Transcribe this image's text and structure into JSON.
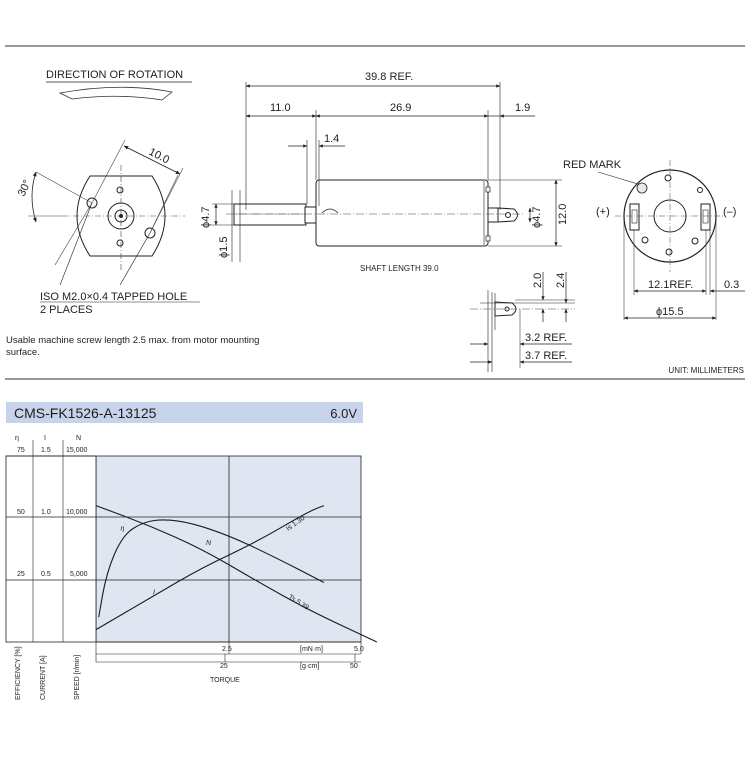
{
  "drawing": {
    "rotation_title": "DIRECTION OF ROTATION",
    "dim_overall": "39.8 REF.",
    "dim_shaft_out": "11.0",
    "dim_body": "26.9",
    "dim_rear": "1.9",
    "dim_step": "1.4",
    "dim_mount": "10.0",
    "dim_angle": "30°",
    "dim_phi47_left": "ϕ4.7",
    "dim_phi15": "ϕ1.5",
    "dim_phi47_right": "ϕ4.7",
    "dim_12": "12.0",
    "shaft_length": "SHAFT LENGTH  39.0",
    "tapped_hole_1": "ISO M2.0×0.4 TAPPED HOLE",
    "tapped_hole_2": "2 PLACES",
    "red_mark": "RED MARK",
    "plus": "(+)",
    "minus": "(–)",
    "dim_121": "12.1REF.",
    "dim_03": "0.3",
    "dim_155": "ϕ15.5",
    "dim_20": "2.0",
    "dim_24": "2.4",
    "dim_32": "3.2 REF.",
    "dim_37": "3.7 REF."
  },
  "notes": {
    "screw": "Usable machine screw length 2.5 max. from motor mounting surface.",
    "unit": "UNIT: MILLIMETERS"
  },
  "model": {
    "name": "CMS-FK1526-A-13125",
    "voltage": "6.0V"
  },
  "chart_data": {
    "type": "line",
    "x_axis": {
      "label": "TORQUE",
      "unit_mn": "[mN·m]",
      "unit_gcm": "[g·cm]",
      "mn_range": [
        0,
        5.0
      ],
      "mn_ticks": [
        "2.5",
        "5.0"
      ],
      "gcm_range": [
        0,
        50
      ],
      "gcm_ticks": [
        "25",
        "50"
      ]
    },
    "left_axes": [
      {
        "symbol": "η",
        "label": "EFFICIENCY [%]",
        "ticks": [
          "75",
          "50",
          "25"
        ]
      },
      {
        "symbol": "I",
        "label": "CURRENT [A]",
        "ticks": [
          "1.5",
          "1.0",
          "0.5"
        ]
      },
      {
        "symbol": "N",
        "label": "SPEED [r/min]",
        "ticks": [
          "15,000",
          "10,000",
          "5,000"
        ]
      }
    ],
    "series": [
      {
        "name": "N",
        "unit": "r/min",
        "points": [
          [
            0,
            11000
          ],
          [
            1.0,
            9400
          ],
          [
            2.0,
            7500
          ],
          [
            3.0,
            5000
          ],
          [
            4.0,
            2600
          ],
          [
            5.3,
            0
          ]
        ]
      },
      {
        "name": "I",
        "unit": "A",
        "points": [
          [
            0,
            0.1
          ],
          [
            1.0,
            0.35
          ],
          [
            2.0,
            0.6
          ],
          [
            3.0,
            0.8
          ],
          [
            4.0,
            1.05
          ],
          [
            4.3,
            1.1
          ]
        ]
      },
      {
        "name": "η",
        "unit": "%",
        "points": [
          [
            0.05,
            10
          ],
          [
            0.2,
            28
          ],
          [
            0.5,
            43
          ],
          [
            0.9,
            48.5
          ],
          [
            1.3,
            49.5
          ],
          [
            1.8,
            48
          ],
          [
            2.5,
            43
          ],
          [
            3.3,
            35
          ],
          [
            4.3,
            24
          ]
        ]
      }
    ],
    "annotations": [
      "Is 1.30",
      "Ts 5.39"
    ],
    "grid": true
  }
}
